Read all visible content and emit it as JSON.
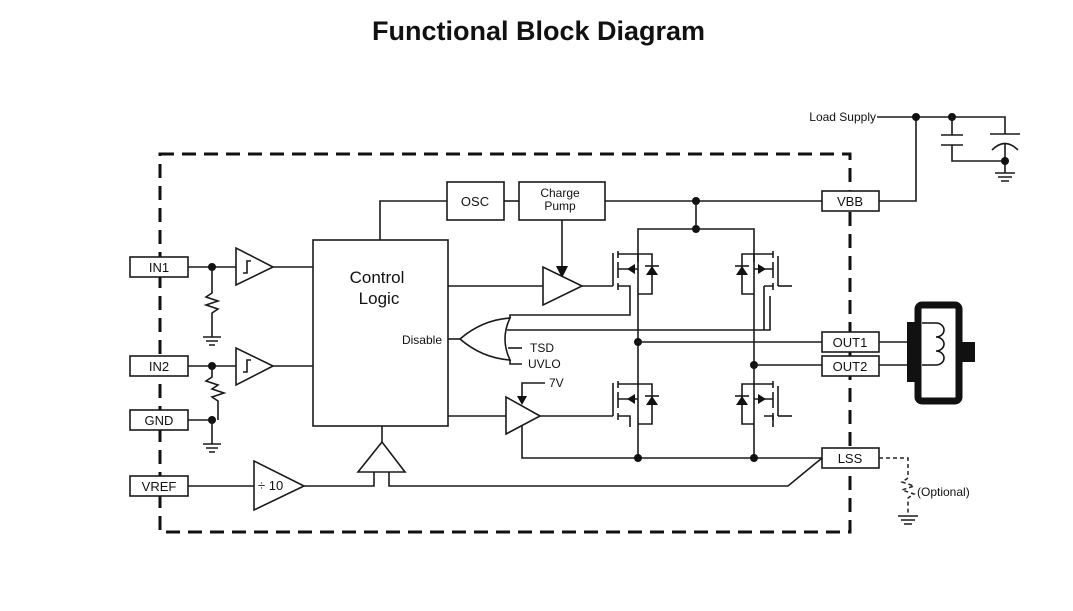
{
  "title": "Functional Block Diagram",
  "blocks": {
    "control_logic": [
      "Control",
      "Logic"
    ],
    "osc": "OSC",
    "charge_pump": [
      "Charge",
      "Pump"
    ],
    "divider": "÷ 10"
  },
  "pins": {
    "in1": "IN1",
    "in2": "IN2",
    "gnd": "GND",
    "vref": "VREF",
    "vbb": "VBB",
    "out1": "OUT1",
    "out2": "OUT2",
    "lss": "LSS"
  },
  "labels": {
    "disable": "Disable",
    "tsd": "TSD",
    "uvlo": "UVLO",
    "seven_v": "7V",
    "load_supply": "Load Supply",
    "optional": "(Optional)"
  }
}
